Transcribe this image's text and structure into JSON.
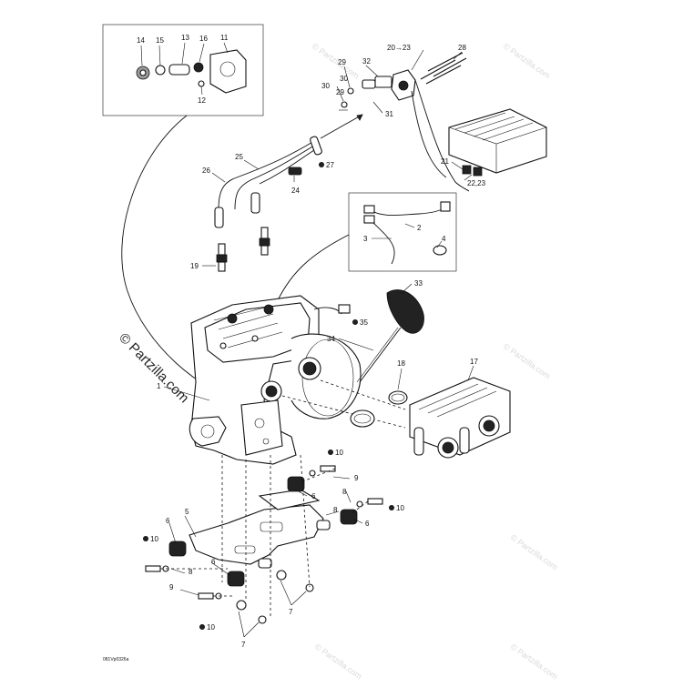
{
  "diagram": {
    "watermark": "© Partzilla.com",
    "corner_code": "081Vp0326a",
    "callouts": {
      "c1": "1",
      "c2": "2",
      "c3": "3",
      "c4": "4",
      "c5": "5",
      "c6a": "6",
      "c6b": "6",
      "c6c": "6",
      "c6d": "6",
      "c7a": "7",
      "c7b": "7",
      "c8a": "8",
      "c8b": "8",
      "c8c": "8",
      "c9a": "9",
      "c9b": "9",
      "c9c": "9",
      "c10a": "10",
      "c10b": "10",
      "c10c": "10",
      "c10d": "10",
      "c11": "11",
      "c12": "12",
      "c13": "13",
      "c14": "14",
      "c15": "15",
      "c16": "16",
      "c17": "17",
      "c18": "18",
      "c19": "19",
      "c20": "20→23",
      "c21": "21",
      "c22": "22,23",
      "c24": "24",
      "c25": "25",
      "c26": "26",
      "c27": "27",
      "c28": "28",
      "c29a": "29",
      "c29b": "29",
      "c30a": "30",
      "c30b": "30",
      "c31": "31",
      "c32": "32",
      "c33": "33",
      "c34": "34",
      "c35": "35"
    },
    "colors": {
      "ink": "#111111",
      "watermark": "#d9d9d9",
      "background": "#ffffff"
    }
  }
}
